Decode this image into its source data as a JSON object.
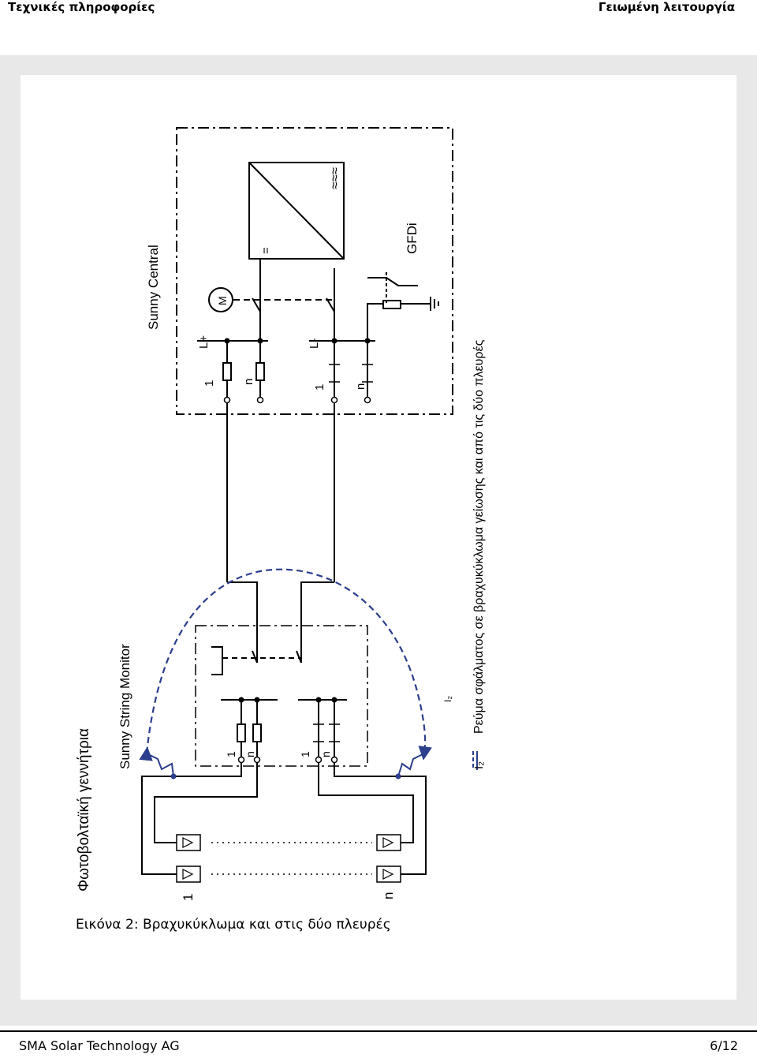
{
  "header": {
    "left": "Τεχνικές πληροφορίες",
    "right": "Γειωμένη λειτουργία"
  },
  "diagram": {
    "pv_generator": "Φωτοβολταϊκή γεννήτρια",
    "string_monitor": "Sunny String Monitor",
    "central": "Sunny Central",
    "gfdi": "GFDi",
    "lplus": "L+",
    "lminus": "L-",
    "one": "1",
    "n": "n",
    "dc_symbol": "=",
    "ac_symbol": "≈≈≈",
    "motor": "M",
    "i2_small": "I₂",
    "legend_i2": "I₂",
    "legend_text": "Ρεύμα σφάλματος σε βραχυκύκλωμα γείωσης και από τις δύο πλευρές"
  },
  "caption": "Εικόνα 2: Βραχυκύκλωμα και στις δύο πλευρές",
  "footer": {
    "left": "SMA Solar Technology AG",
    "right": "6/12"
  },
  "colors": {
    "fault_path": "#2c3e8c",
    "panel_bg": "#e8e8e8"
  }
}
